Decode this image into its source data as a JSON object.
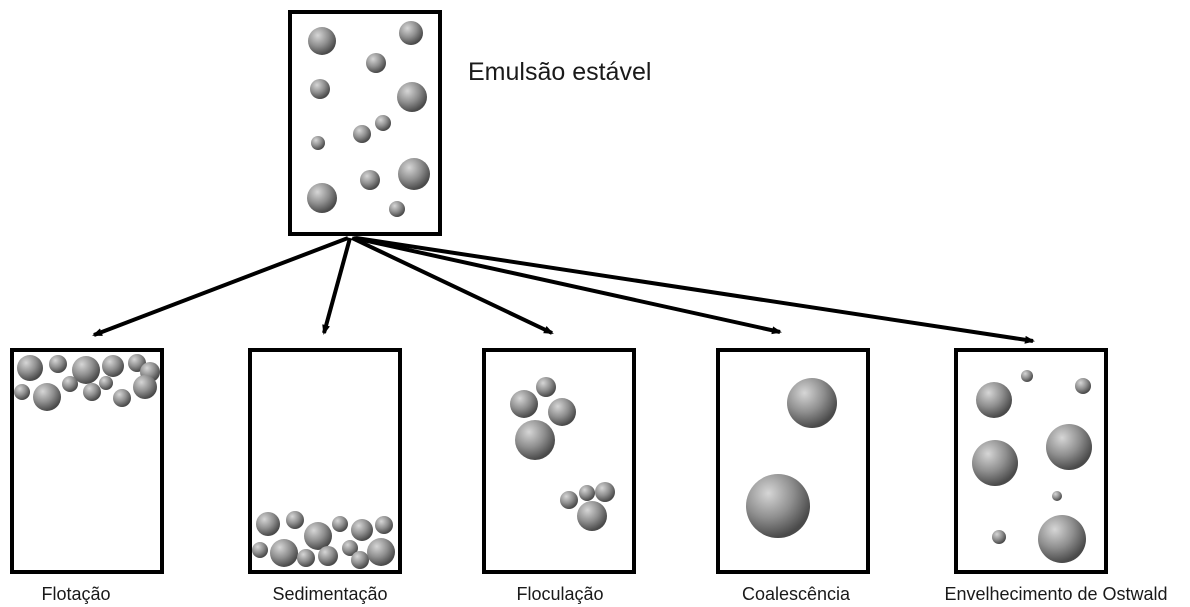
{
  "diagram": {
    "source_label": "Emulsão estável",
    "outcomes": [
      {
        "id": "flotacao",
        "label": "Flotação"
      },
      {
        "id": "sedimentacao",
        "label": "Sedimentação"
      },
      {
        "id": "floculacao",
        "label": "Floculação"
      },
      {
        "id": "coalescencia",
        "label": "Coalescência"
      },
      {
        "id": "ostwald",
        "label": "Envelhecimento de Ostwald"
      }
    ]
  }
}
